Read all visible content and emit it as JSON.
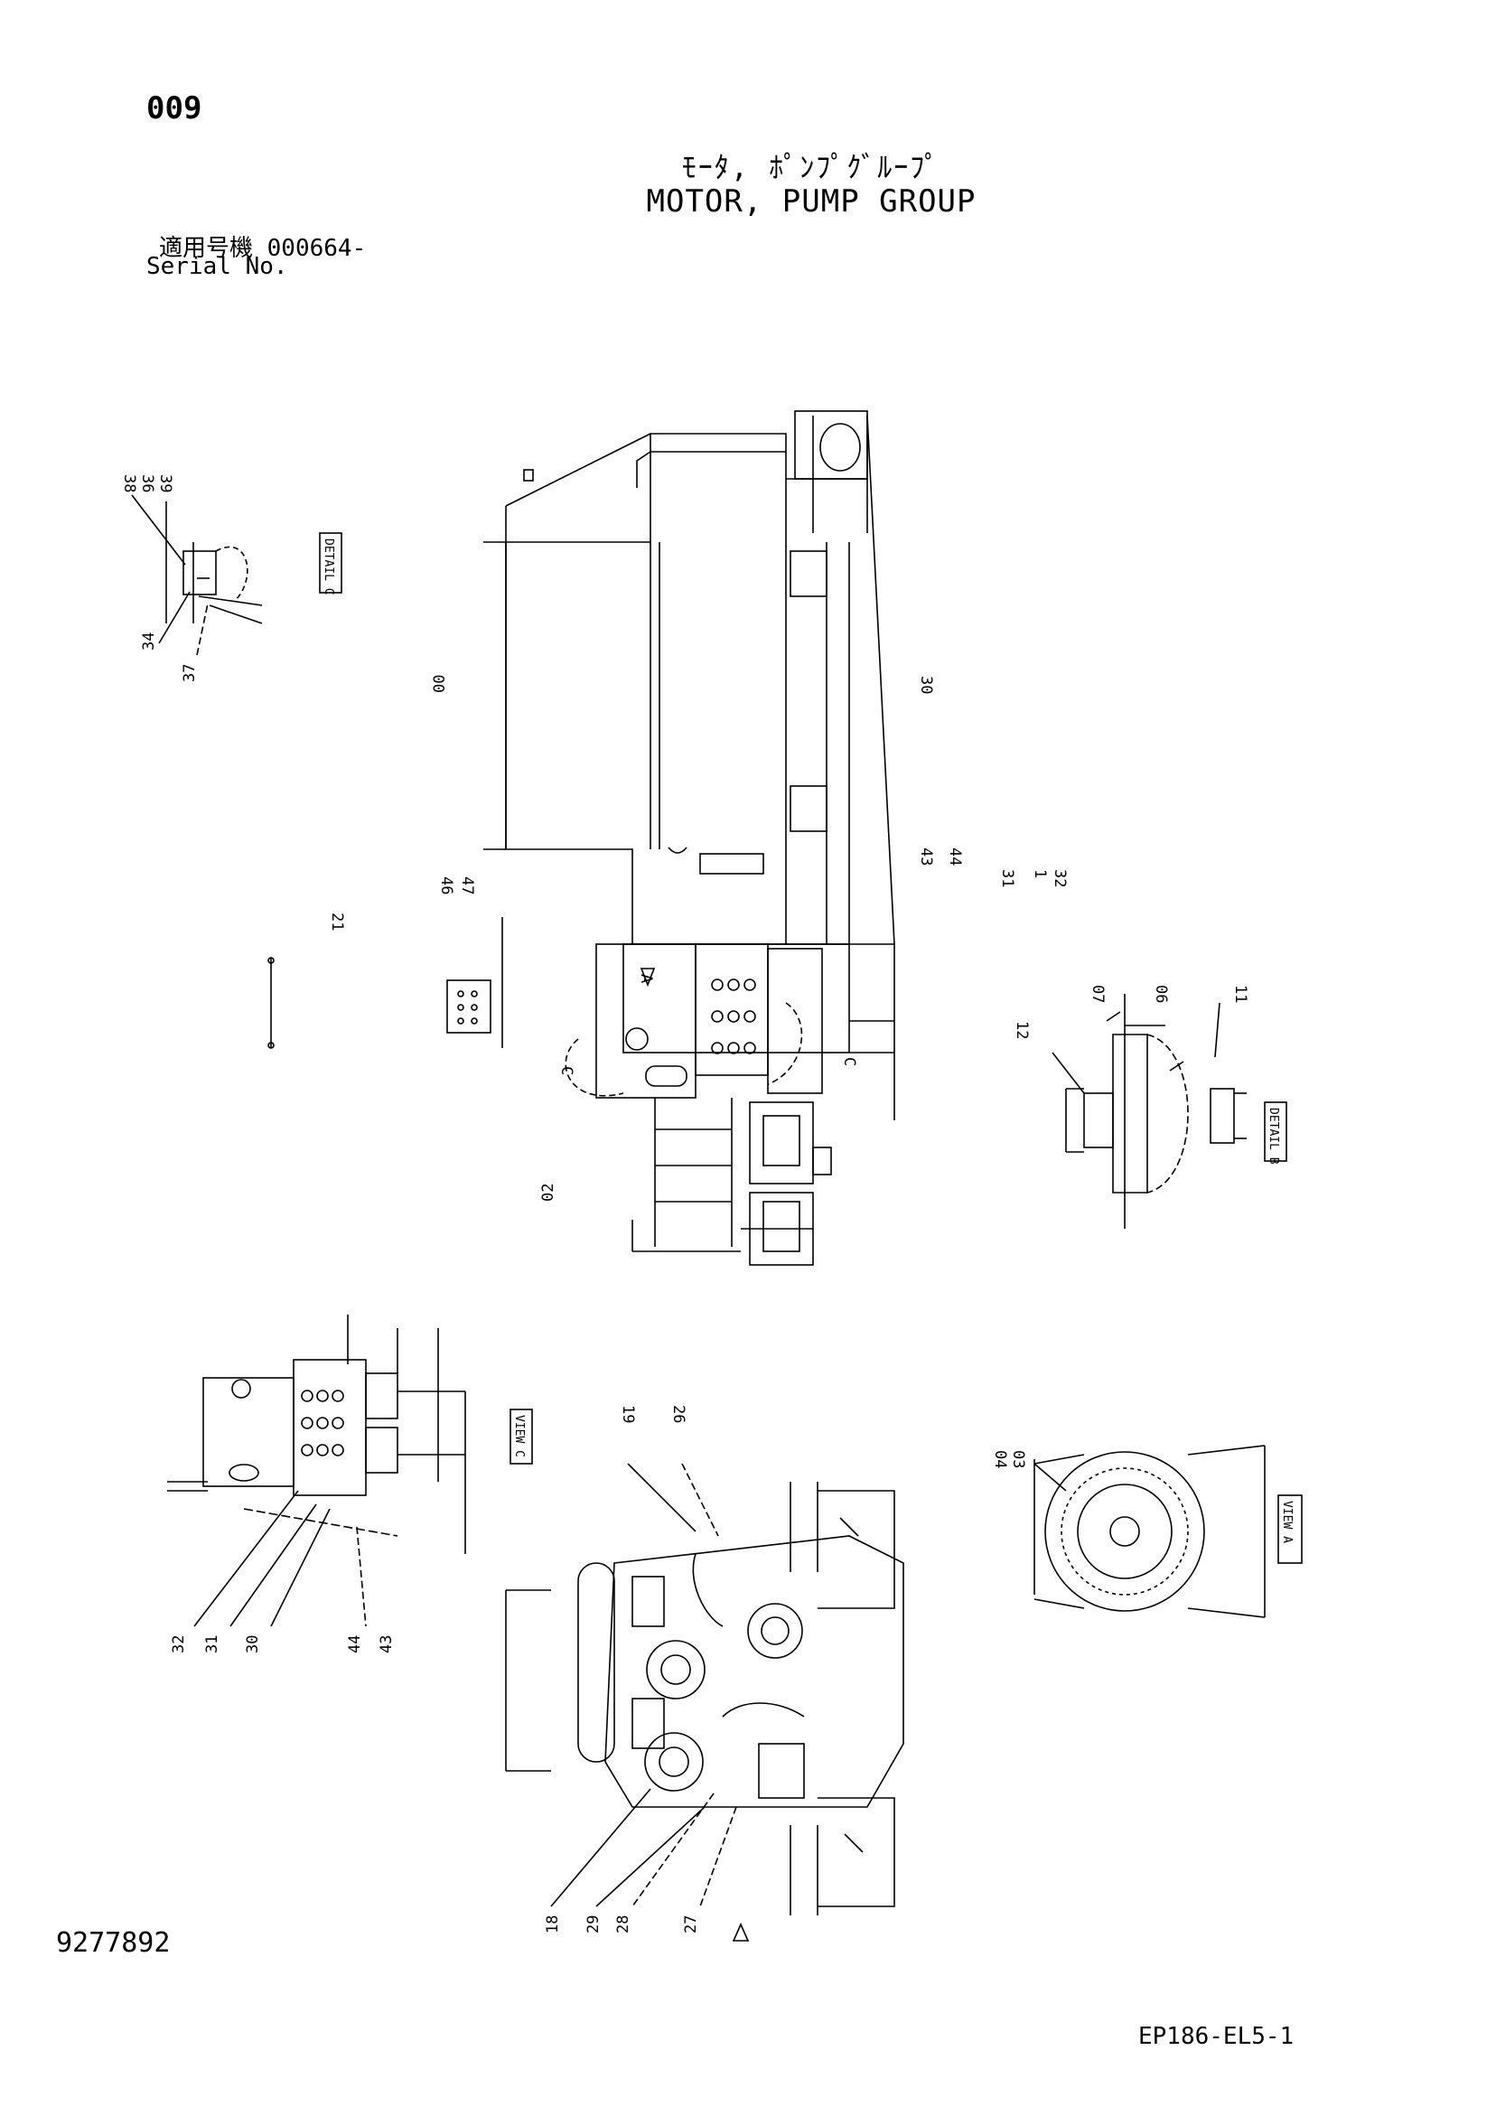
{
  "page_number": "009",
  "title_ja": "ﾓｰﾀ, ﾎﾟﾝﾌﾟｸﾞﾙｰﾌﾟ",
  "title_en": "MOTOR, PUMP GROUP",
  "serial_ja": "適用号機  000664-",
  "serial_en": "Serial No.",
  "document_number": "9277892",
  "drawing_code": "EP186-EL5-1",
  "callouts": [
    "38",
    "36",
    "39",
    "34",
    "37",
    "00",
    "30",
    "43",
    "44",
    "31",
    "1",
    "32",
    "46",
    "47",
    "21",
    "C",
    "02",
    "07",
    "06",
    "11",
    "12",
    "19",
    "26",
    "04",
    "03",
    "32",
    "31",
    "30",
    "44",
    "43",
    "18",
    "29",
    "28",
    "27"
  ],
  "detail_labels": {
    "detail_c": "DETAIL C",
    "detail_b": "DETAIL B",
    "view_c": "VIEW C",
    "view_a": "VIEW A",
    "marker_a": "A"
  }
}
